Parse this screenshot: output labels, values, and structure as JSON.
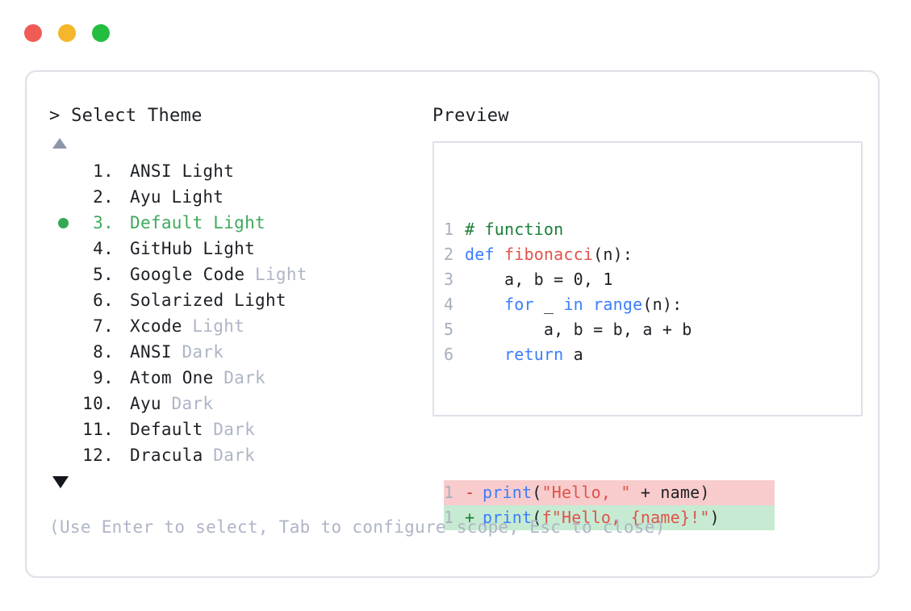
{
  "window": {
    "traffic_lights": [
      {
        "name": "close",
        "color": "#f05b56"
      },
      {
        "name": "minimize",
        "color": "#f5b62b"
      },
      {
        "name": "maximize",
        "color": "#23be3f"
      }
    ]
  },
  "prompt": {
    "title": "> Select Theme",
    "scroll_up_icon": "triangle-up-icon",
    "scroll_down_icon": "triangle-down-icon",
    "selected_index": 3,
    "selected_bullet_color": "#34a853",
    "items": [
      {
        "num": "1.",
        "name": "ANSI",
        "suffix": "Light",
        "suffix_muted": false,
        "selected": false
      },
      {
        "num": "2.",
        "name": "Ayu",
        "suffix": "Light",
        "suffix_muted": false,
        "selected": false
      },
      {
        "num": "3.",
        "name": "Default",
        "suffix": "Light",
        "suffix_muted": false,
        "selected": true
      },
      {
        "num": "4.",
        "name": "GitHub",
        "suffix": "Light",
        "suffix_muted": false,
        "selected": false
      },
      {
        "num": "5.",
        "name": "Google Code",
        "suffix": "Light",
        "suffix_muted": true,
        "selected": false
      },
      {
        "num": "6.",
        "name": "Solarized",
        "suffix": "Light",
        "suffix_muted": false,
        "selected": false
      },
      {
        "num": "7.",
        "name": "Xcode",
        "suffix": "Light",
        "suffix_muted": true,
        "selected": false
      },
      {
        "num": "8.",
        "name": "ANSI",
        "suffix": "Dark",
        "suffix_muted": true,
        "selected": false
      },
      {
        "num": "9.",
        "name": "Atom One",
        "suffix": "Dark",
        "suffix_muted": true,
        "selected": false
      },
      {
        "num": "10.",
        "name": "Ayu",
        "suffix": "Dark",
        "suffix_muted": true,
        "selected": false
      },
      {
        "num": "11.",
        "name": "Default",
        "suffix": "Dark",
        "suffix_muted": true,
        "selected": false
      },
      {
        "num": "12.",
        "name": "Dracula",
        "suffix": "Dark",
        "suffix_muted": true,
        "selected": false
      }
    ]
  },
  "preview": {
    "title": "Preview",
    "code_lines": [
      {
        "gutter": "1",
        "tokens": [
          {
            "t": "# function",
            "c": "comment"
          }
        ]
      },
      {
        "gutter": "2",
        "tokens": [
          {
            "t": "def ",
            "c": "kw"
          },
          {
            "t": "fibonacci",
            "c": "fn"
          },
          {
            "t": "(n):",
            "c": "plain"
          }
        ]
      },
      {
        "gutter": "3",
        "tokens": [
          {
            "t": "    a, b = 0, 1",
            "c": "plain"
          }
        ]
      },
      {
        "gutter": "4",
        "tokens": [
          {
            "t": "    ",
            "c": "plain"
          },
          {
            "t": "for",
            "c": "kw"
          },
          {
            "t": " _ ",
            "c": "plain"
          },
          {
            "t": "in range",
            "c": "kw"
          },
          {
            "t": "(n):",
            "c": "plain"
          }
        ]
      },
      {
        "gutter": "5",
        "tokens": [
          {
            "t": "        a, b = b, a + b",
            "c": "plain"
          }
        ]
      },
      {
        "gutter": "6",
        "tokens": [
          {
            "t": "    ",
            "c": "plain"
          },
          {
            "t": "return",
            "c": "kw"
          },
          {
            "t": " a",
            "c": "plain"
          }
        ]
      }
    ],
    "diff_lines": [
      {
        "kind": "del",
        "gutter": "1",
        "sign": "-",
        "bg": "#f8cccc",
        "tokens": [
          {
            "t": "print",
            "c": "kw"
          },
          {
            "t": "(",
            "c": "plain"
          },
          {
            "t": "\"Hello, \"",
            "c": "str"
          },
          {
            "t": " + name)",
            "c": "plain"
          }
        ]
      },
      {
        "kind": "add",
        "gutter": "1",
        "sign": "+",
        "bg": "#c6ebd2",
        "tokens": [
          {
            "t": "print",
            "c": "kw"
          },
          {
            "t": "(",
            "c": "plain"
          },
          {
            "t": "f\"Hello, ",
            "c": "str"
          },
          {
            "t": "{name}",
            "c": "str"
          },
          {
            "t": "!\"",
            "c": "str"
          },
          {
            "t": ")",
            "c": "plain"
          }
        ]
      }
    ]
  },
  "footer": {
    "hint": "(Use Enter to select, Tab to configure scope, Esc to close)"
  }
}
